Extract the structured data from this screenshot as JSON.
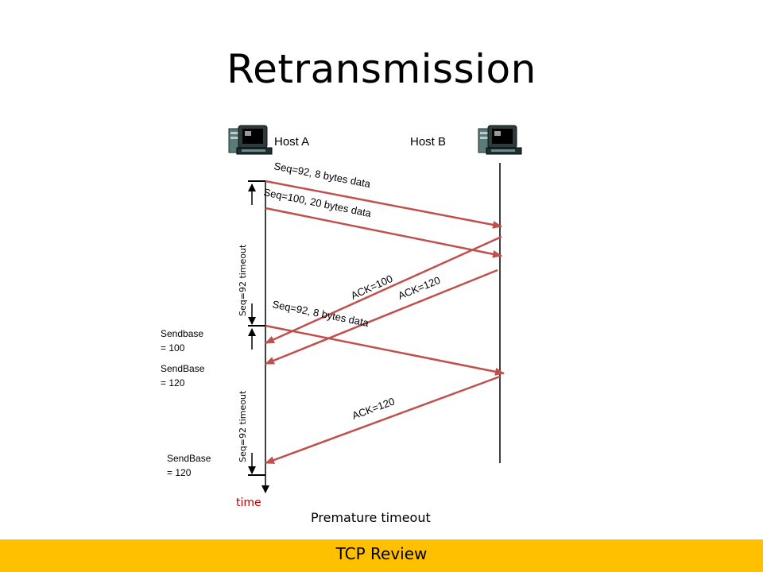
{
  "title": "Retransmission",
  "hosts": {
    "a": "Host A",
    "b": "Host B"
  },
  "messages": {
    "seq92": "Seq=92, 8 bytes data",
    "seq100": "Seq=100, 20 bytes data",
    "ack100": "ACK=100",
    "ack120_first": "ACK=120",
    "seq92_retx": "Seq=92, 8 bytes data",
    "ack120_second": "ACK=120"
  },
  "timeouts": {
    "first": "Seq=92 timeout",
    "second": "Seq=92 timeout"
  },
  "sendbase": [
    {
      "line1": "Sendbase",
      "line2": "= 100"
    },
    {
      "line1": "SendBase",
      "line2": "= 120"
    },
    {
      "line1": "SendBase",
      "line2": "= 120"
    }
  ],
  "time_label": "time",
  "caption": "Premature timeout",
  "footer": "TCP Review",
  "colors": {
    "arrow": "#c0504d",
    "time": "#c00000",
    "footer": "#ffc000"
  },
  "icons": [
    "computer-icon",
    "computer-icon"
  ]
}
